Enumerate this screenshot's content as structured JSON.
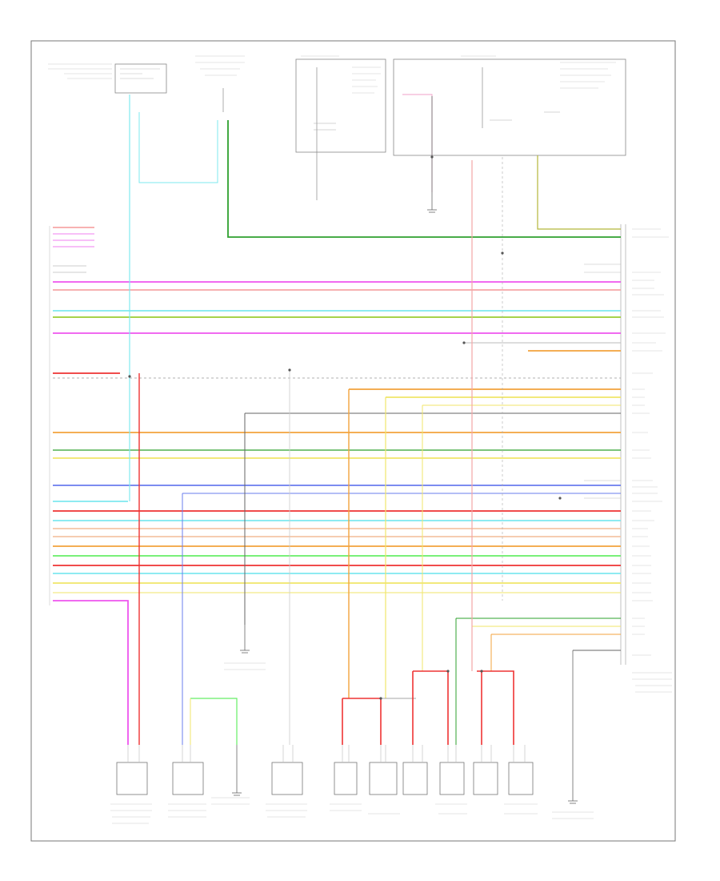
{
  "diagram": {
    "page_tag": "",
    "colors": {
      "frame": "#555555",
      "wire_default": "#666666",
      "green": "#2e9d2e",
      "cyan": "#6fe6ef",
      "magenta": "#ee44ee",
      "red": "#ee3333",
      "orange": "#f3a33c",
      "yellow": "#f0e66a",
      "blue": "#6a7cee",
      "grey": "#bbbbbb",
      "yellow_green": "#b7b93a",
      "pink": "#f08cb0",
      "pink_light": "#f4a6a6"
    },
    "connector": {
      "name": "",
      "left_pins_visible": true,
      "right_pins_visible": true
    },
    "modules_top": [
      {
        "name": ""
      },
      {
        "name": ""
      },
      {
        "name": ""
      },
      {
        "name": ""
      }
    ],
    "sensors_bottom": [
      {
        "name": ""
      },
      {
        "name": ""
      },
      {
        "name": ""
      },
      {
        "name": ""
      },
      {
        "name": ""
      },
      {
        "name": ""
      },
      {
        "name": ""
      },
      {
        "name": ""
      },
      {
        "name": ""
      },
      {
        "name": ""
      },
      {
        "name": ""
      }
    ],
    "grounds": [
      {
        "name": ""
      },
      {
        "name": ""
      },
      {
        "name": ""
      },
      {
        "name": ""
      }
    ],
    "wires": [
      {
        "color_key": "green"
      },
      {
        "color_key": "red"
      },
      {
        "color_key": "magenta"
      },
      {
        "color_key": "cyan"
      },
      {
        "color_key": "yellow_green"
      },
      {
        "color_key": "orange"
      },
      {
        "color_key": "yellow"
      },
      {
        "color_key": "blue"
      },
      {
        "color_key": "grey"
      }
    ]
  }
}
